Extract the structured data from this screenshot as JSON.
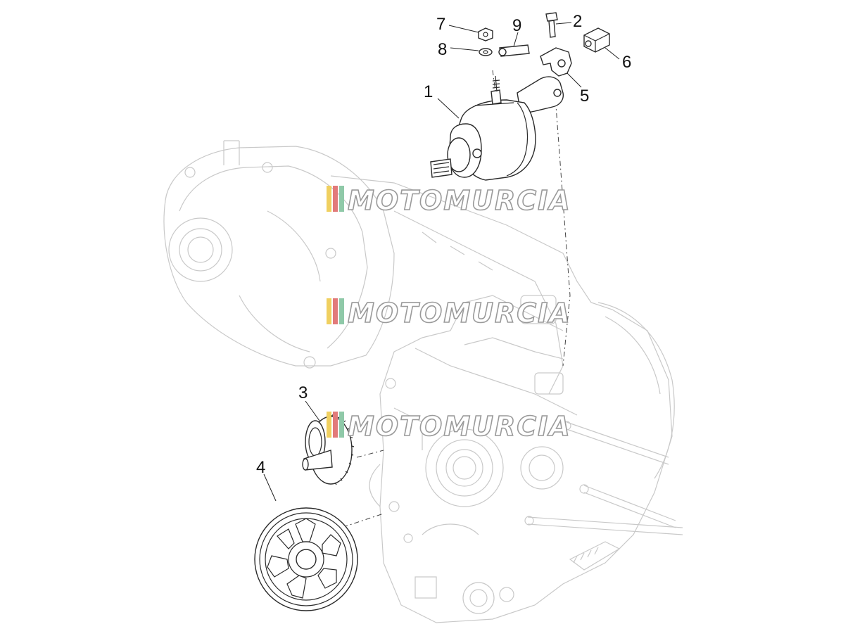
{
  "watermark": {
    "text": "MOTOMURCIA",
    "stripe_colors": [
      "#f0d060",
      "#e27a7a",
      "#8fc9a8"
    ]
  },
  "callouts": [
    {
      "id": "1",
      "label": "1"
    },
    {
      "id": "2",
      "label": "2"
    },
    {
      "id": "3",
      "label": "3"
    },
    {
      "id": "4",
      "label": "4"
    },
    {
      "id": "5",
      "label": "5"
    },
    {
      "id": "6",
      "label": "6"
    },
    {
      "id": "7",
      "label": "7"
    },
    {
      "id": "8",
      "label": "8"
    },
    {
      "id": "9",
      "label": "9"
    }
  ]
}
